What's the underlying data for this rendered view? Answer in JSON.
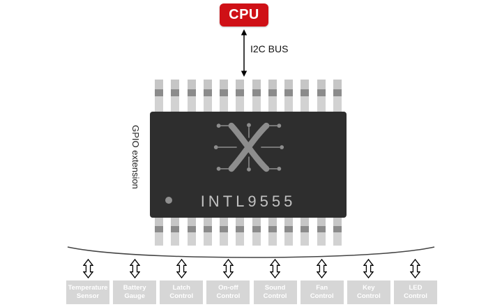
{
  "cpu": {
    "label": "CPU"
  },
  "bus": {
    "label": "I2C BUS"
  },
  "chip": {
    "name": "INTL9555",
    "side_label": "GPIO extension"
  },
  "peripherals": [
    "Temperature\nSensor",
    "Battery\nGauge",
    "Latch\nControl",
    "On-off\nControl",
    "Sound\nControl",
    "Fan\nControl",
    "Key\nControl",
    "LED\nControl"
  ],
  "colors": {
    "cpu_red": "#cf1016",
    "chip_body": "#2e2e2e",
    "peripheral_box_gray": "#d6d6d6"
  }
}
